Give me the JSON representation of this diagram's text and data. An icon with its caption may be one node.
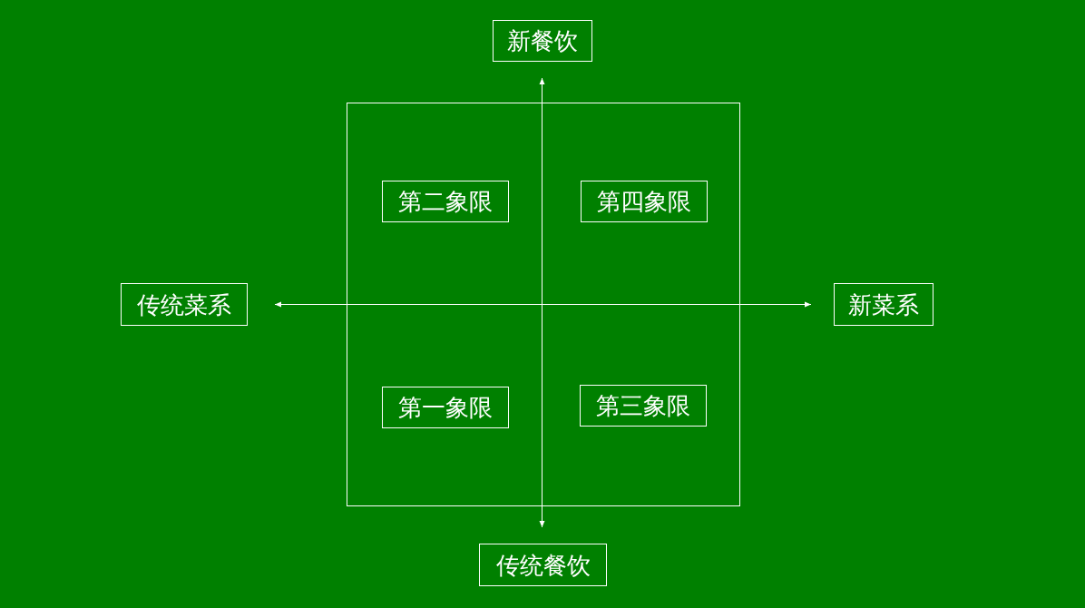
{
  "diagram": {
    "nodes": [
      {
        "text": [
          "新餐饮"
        ]
      },
      {
        "text": [],
        "shape": "box"
      },
      {
        "text": [
          "第二象限"
        ],
        "in": 1
      },
      {
        "text": [
          "第四象限"
        ],
        "in": 1
      },
      {
        "text": [
          "传统菜系"
        ]
      },
      {
        "text": [
          "新菜系"
        ]
      },
      {
        "text": [
          "第一象限"
        ],
        "in": 1
      },
      {
        "text": [
          "第三象限"
        ],
        "in": 1
      },
      {
        "text": [
          "传统餐饮"
        ]
      }
    ],
    "edges": [
      {
        "from": 0,
        "to": 8,
        "arrow": "both"
      },
      {
        "from": 4,
        "to": 5,
        "arrow": "both"
      }
    ]
  }
}
